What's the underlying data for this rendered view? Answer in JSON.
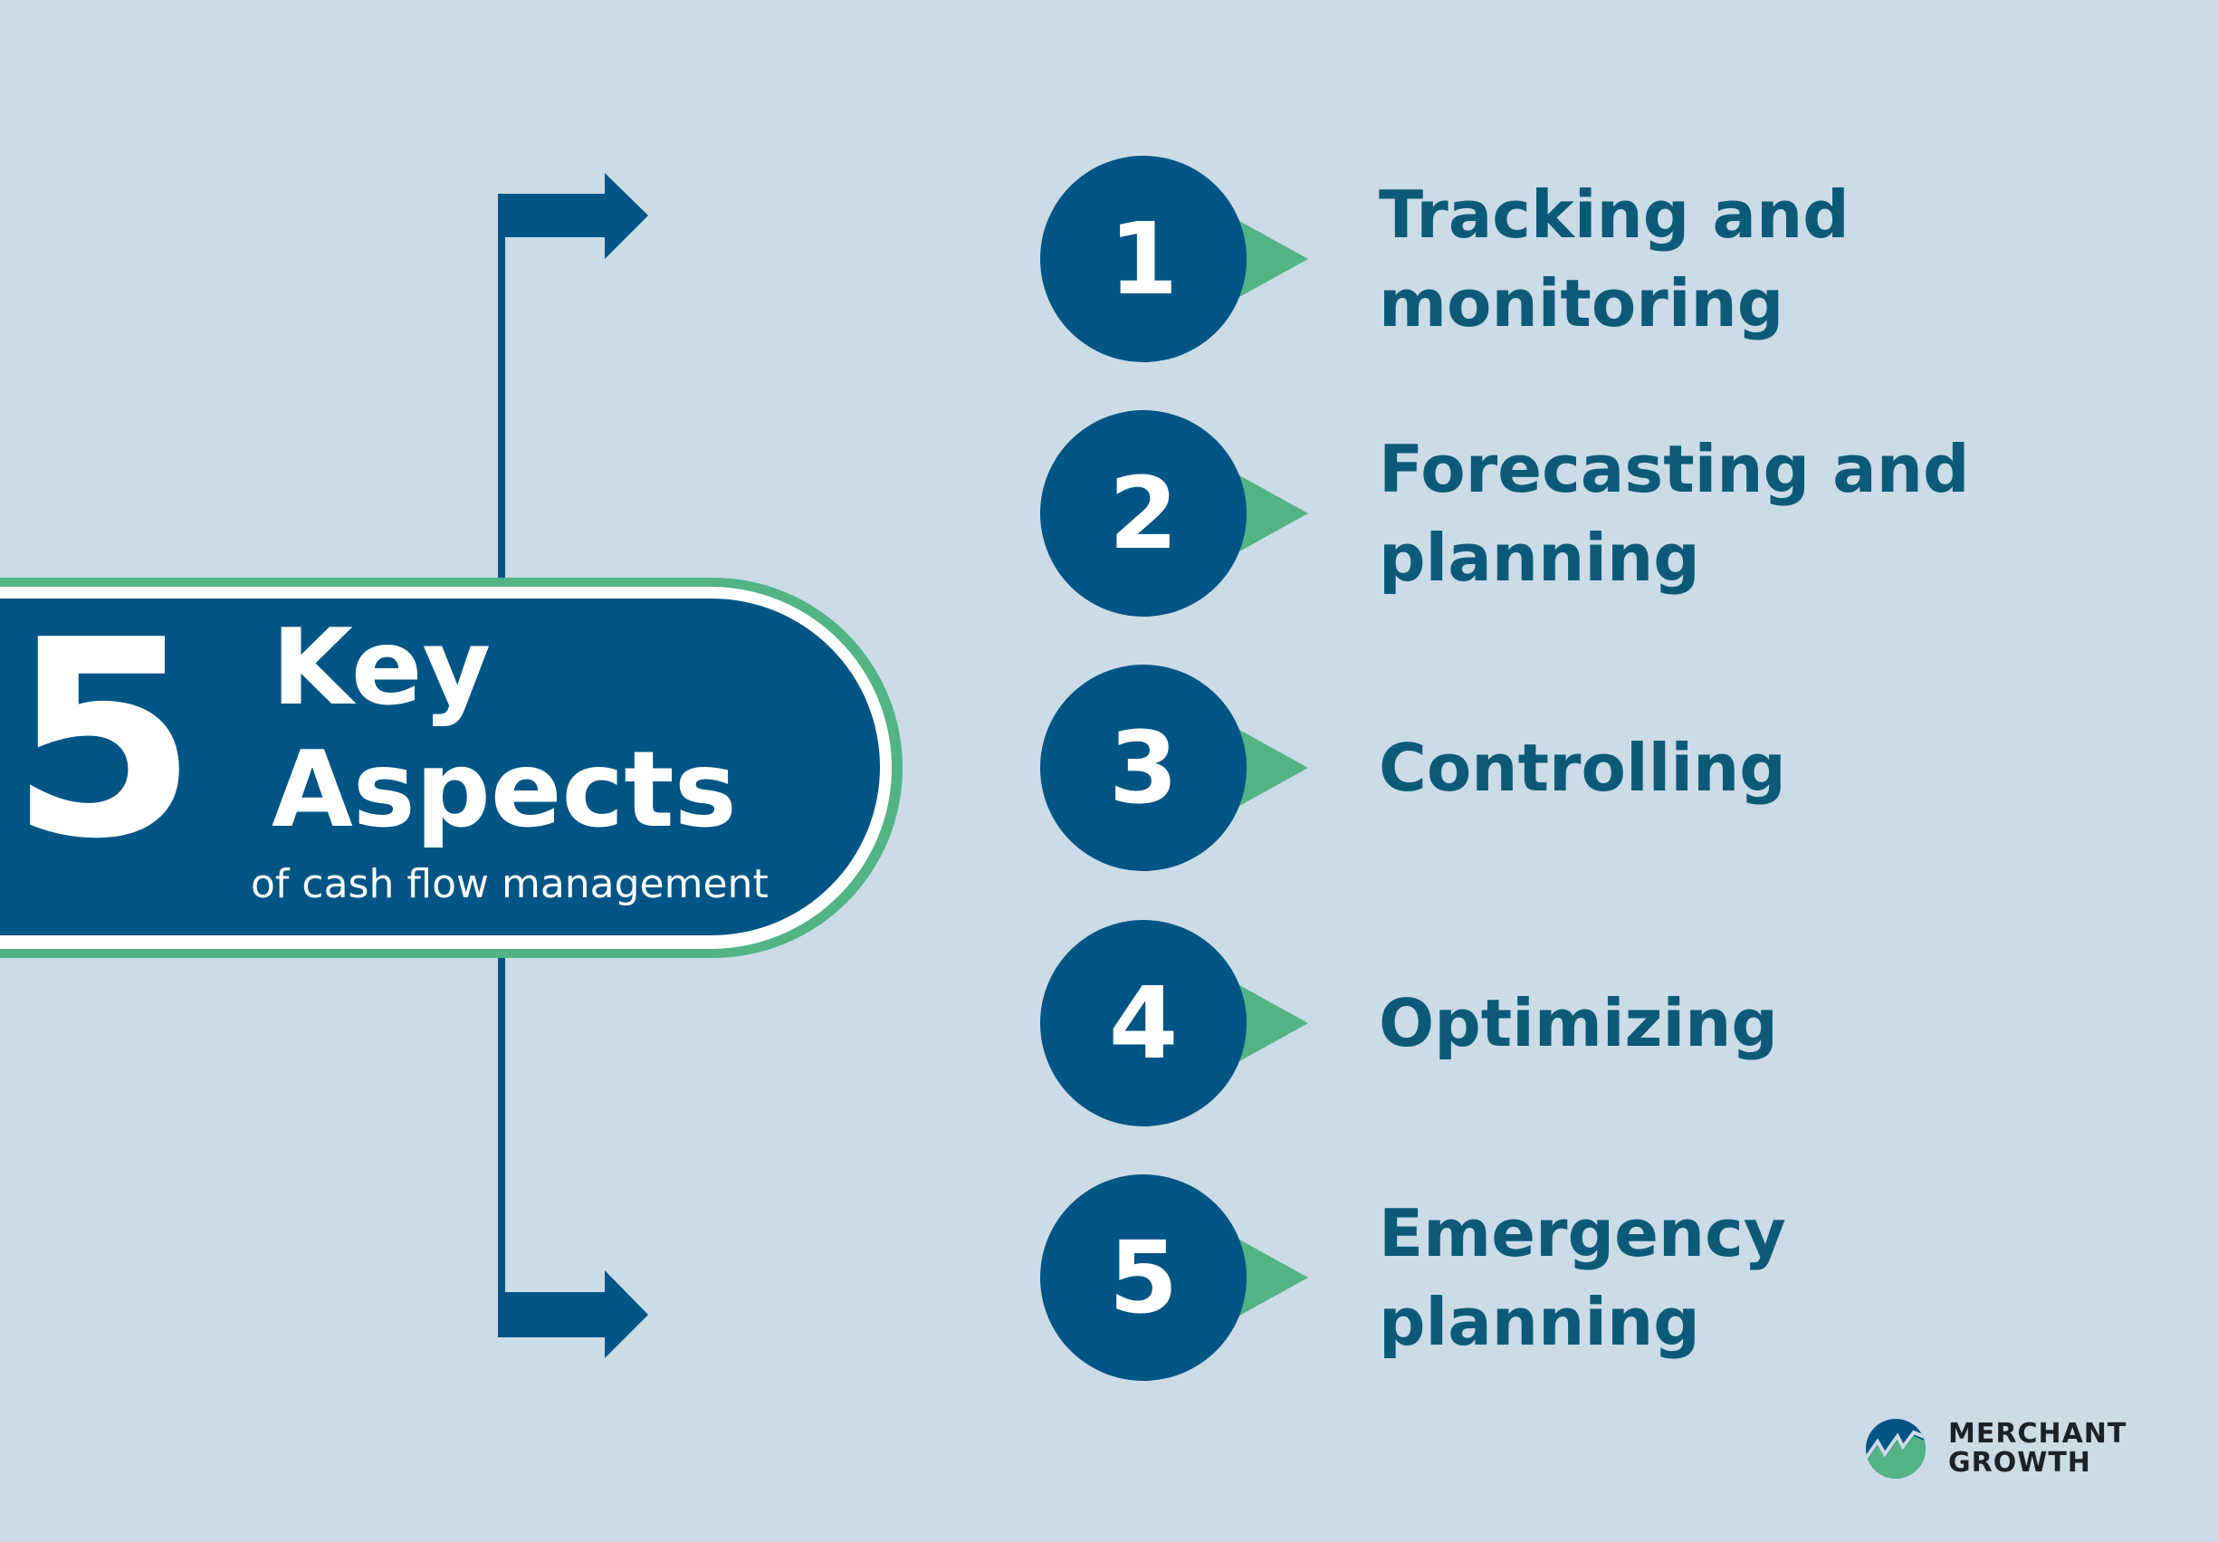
{
  "title": {
    "number": "5",
    "line1": "Key",
    "line2": "Aspects",
    "subtitle": "of cash flow management"
  },
  "items": [
    {
      "number": "1",
      "lines": [
        "Tracking and",
        "monitoring"
      ]
    },
    {
      "number": "2",
      "lines": [
        "Forecasting and",
        "planning"
      ]
    },
    {
      "number": "3",
      "lines": [
        "Controlling"
      ]
    },
    {
      "number": "4",
      "lines": [
        "Optimizing"
      ]
    },
    {
      "number": "5",
      "lines": [
        "Emergency",
        "planning"
      ]
    }
  ],
  "logo": {
    "line1": "MERCHANT",
    "line2": "GROWTH"
  },
  "colors": {
    "background": "#cbdce7",
    "navy": "#005585",
    "green": "#52b385",
    "text": "#0d5a78"
  }
}
